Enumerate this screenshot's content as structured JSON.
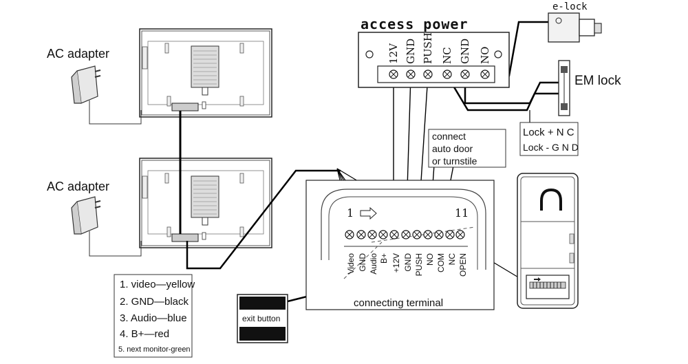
{
  "labels": {
    "ac_adapter_top": "AC adapter",
    "ac_adapter_bottom": "AC adapter",
    "e_lock": "e-lock",
    "em_lock": "EM lock",
    "access_power": "access  power",
    "exit_button": "exit button",
    "connecting_terminal": "connecting terminal",
    "pin_first": "1",
    "pin_last": "11"
  },
  "access_power_terminals": [
    "12V",
    "GND",
    "PUSH",
    "NC",
    "GND",
    "NO"
  ],
  "lock_wiring": [
    "Lock + N C",
    "Lock - G N D"
  ],
  "note": [
    "connect",
    "auto door",
    "or turnstile"
  ],
  "terminal_pins": [
    "Video",
    "GND",
    "Audio",
    "B+",
    "+12V",
    "GND",
    "PUSH",
    "NO",
    "COM",
    "NC",
    "OPEN"
  ],
  "wire_legend": [
    "1. video—yellow",
    "2. GND—black",
    "3. Audio—blue",
    "4. B+—red",
    "5. next monitor-green"
  ]
}
